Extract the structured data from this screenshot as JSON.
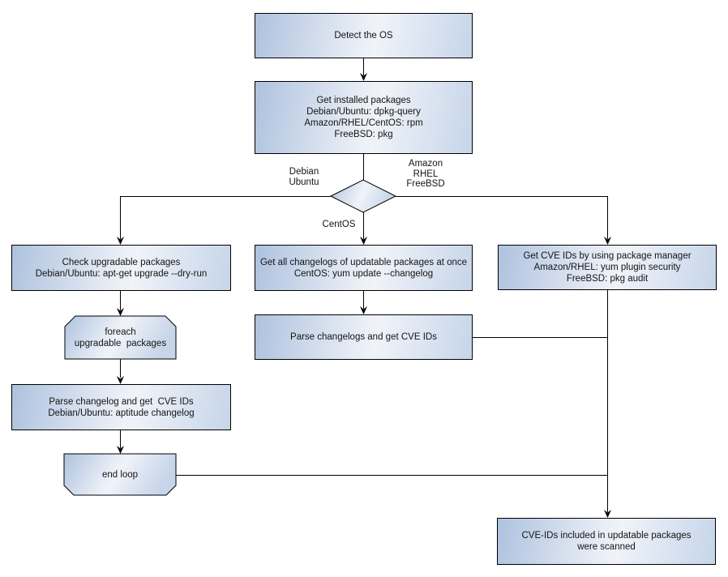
{
  "nodes": {
    "detect_os": {
      "lines": [
        "Detect the OS"
      ]
    },
    "get_installed": {
      "lines": [
        "Get installed packages",
        "Debian/Ubuntu: dpkg-query",
        "Amazon/RHEL/CentOS: rpm",
        "FreeBSD: pkg"
      ]
    },
    "check_upgradable": {
      "lines": [
        "Check upgradable packages",
        "Debian/Ubuntu: apt-get upgrade --dry-run"
      ]
    },
    "foreach_loop": {
      "lines": [
        "foreach",
        "upgradable  packages"
      ]
    },
    "parse_changelog": {
      "lines": [
        "Parse changelog and get  CVE IDs",
        "Debian/Ubuntu: aptitude changelog"
      ]
    },
    "end_loop": {
      "lines": [
        "end loop"
      ]
    },
    "get_changelogs": {
      "lines": [
        "Get all changelogs of updatable packages at once",
        "CentOS: yum update --changelog"
      ]
    },
    "parse_changelogs": {
      "lines": [
        "Parse changelogs and get CVE IDs"
      ]
    },
    "get_cve_ids": {
      "lines": [
        "Get CVE IDs by using package manager",
        "Amazon/RHEL: yum plugin security",
        "FreeBSD: pkg audit"
      ]
    },
    "scanned": {
      "lines": [
        "CVE-IDs included in updatable packages",
        "were scanned"
      ]
    }
  },
  "edge_labels": {
    "debian_ubuntu": {
      "lines": [
        "Debian",
        "Ubuntu"
      ]
    },
    "amazon_rhel_freebsd": {
      "lines": [
        "Amazon",
        "RHEL",
        "FreeBSD"
      ]
    },
    "centos": "CentOS"
  },
  "colors": {
    "background": "#ffffff",
    "node_fill_dark": "#aec2de",
    "node_fill_light": "#f0f3f9",
    "node_fill_edge": "#c6d5e9",
    "stroke": "#000000",
    "text": "#141414"
  }
}
